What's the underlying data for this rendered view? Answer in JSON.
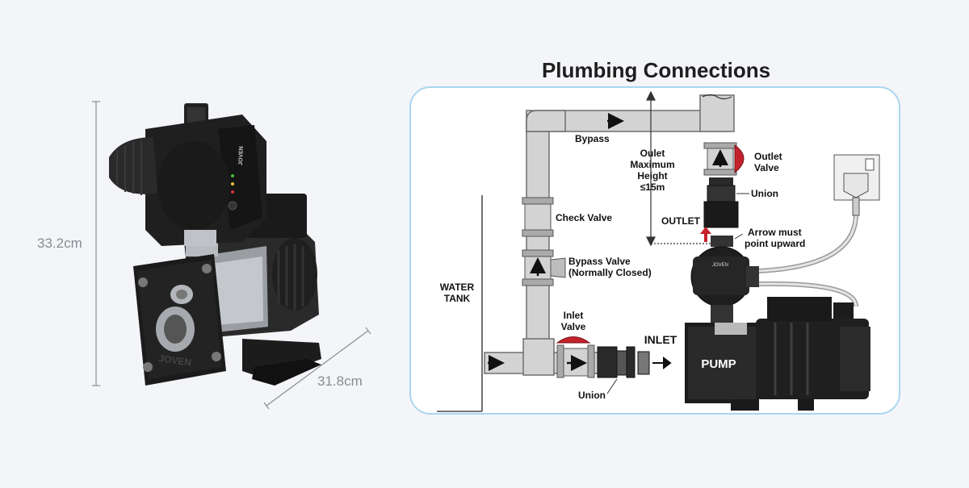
{
  "product": {
    "height_label": "33.2cm",
    "depth_label": "31.8cm",
    "controller_brand": "JOVEN",
    "casing_brand": "JOVEN"
  },
  "diagram": {
    "title": "Plumbing Connections",
    "labels": {
      "bypass": "Bypass",
      "check_valve": "Check Valve",
      "bypass_valve_line1": "Bypass Valve",
      "bypass_valve_line2": "(Normally Closed)",
      "water_tank_line1": "WATER",
      "water_tank_line2": "TANK",
      "inlet_valve_line1": "Inlet",
      "inlet_valve_line2": "Valve",
      "union_bottom": "Union",
      "inlet": "INLET",
      "pump": "PUMP",
      "outlet_height_line1": "Oulet",
      "outlet_height_line2": "Maximum",
      "outlet_height_line3": "Height",
      "outlet_height_line4": "≤15m",
      "outlet_valve_line1": "Outlet",
      "outlet_valve_line2": "Valve",
      "union_top": "Union",
      "outlet": "OUTLET",
      "arrow_note_line1": "Arrow must",
      "arrow_note_line2": "point upward",
      "controller_brand": "JOVEN"
    },
    "colors": {
      "pipe": "#d3d3d3",
      "pipe_edge": "#6e6e6e",
      "valve_handle": "#c3222c",
      "panel_border": "#a9d6ef",
      "accent_arrow": "#c3222c"
    }
  }
}
